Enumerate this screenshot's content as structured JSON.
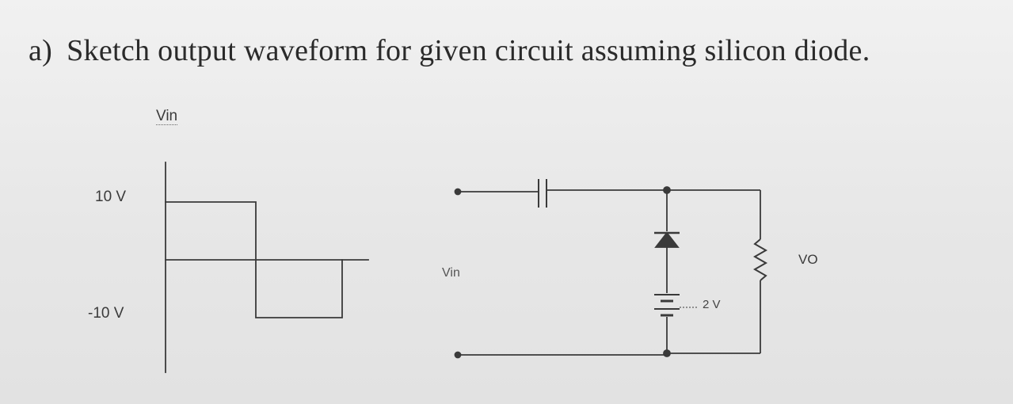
{
  "question": {
    "label": "a)",
    "text": "Sketch output waveform for given circuit assuming silicon diode."
  },
  "waveform": {
    "title": "Vin",
    "y_top_label": "10 V",
    "y_bottom_label": "-10 V",
    "levels": [
      10,
      -10
    ]
  },
  "circuit": {
    "input_label": "Vin",
    "output_label": "VO",
    "battery_label": "2 V",
    "components": [
      "capacitor",
      "diode",
      "battery",
      "resistor"
    ]
  },
  "colors": {
    "ink": "#3a3a3a",
    "paper": "#ececec"
  }
}
